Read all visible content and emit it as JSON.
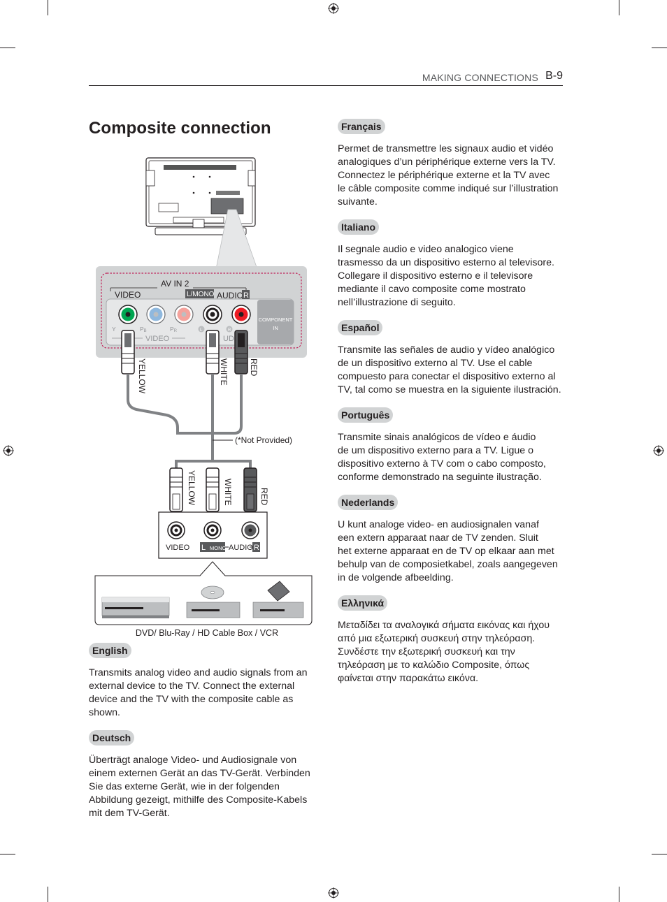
{
  "header": {
    "section": "MAKING CONNECTIONS",
    "page": "B-9"
  },
  "title": "Composite connection",
  "diagram": {
    "tv_panel": {
      "av_in": "AV IN 2",
      "video": "VIDEO",
      "lmono": "L/MONO",
      "audio": "AUDIO",
      "r": "R",
      "y": "Y",
      "pb": "P",
      "pr": "P",
      "pb_sub": "B",
      "pr_sub": "R",
      "l_circle": "L",
      "r_circle": "R",
      "video_bottom": "VIDEO",
      "aud_bottom": "UD",
      "component_1": "COMPONENT",
      "component_2": "IN"
    },
    "cable_top": {
      "yellow": "YELLOW",
      "white": "WHITE",
      "red": "RED"
    },
    "not_provided": "(*Not Provided)",
    "cable_bottom": {
      "yellow": "YELLOW",
      "white": "WHITE",
      "red": "RED"
    },
    "device_panel": {
      "video": "VIDEO",
      "l": "L",
      "mono": "MONO",
      "audio": "AUDIO",
      "r": "R"
    },
    "caption": "DVD/ Blu-Ray / HD Cable Box / VCR"
  },
  "languages_left": [
    {
      "name": "English",
      "lines": [
        "Transmits analog video and audio signals from an",
        "external device to the TV. Connect the external",
        "device and the TV with the composite cable as",
        "shown."
      ]
    },
    {
      "name": "Deutsch",
      "lines": [
        "Überträgt analoge Video- und Audiosignale von",
        "einem externen Gerät an das TV-Gerät. Verbinden",
        "Sie das externe Gerät, wie in der folgenden",
        "Abbildung gezeigt, mithilfe des Composite-Kabels",
        "mit dem TV-Gerät."
      ]
    }
  ],
  "languages_right": [
    {
      "name": "Français",
      "lines": [
        "Permet de transmettre les signaux audio et vidéo",
        "analogiques d’un périphérique externe vers la TV.",
        "Connectez le périphérique externe et la TV avec",
        "le câble composite comme indiqué sur l’illustration",
        "suivante."
      ]
    },
    {
      "name": "Italiano",
      "lines": [
        "Il segnale audio e video analogico viene",
        "trasmesso da un dispositivo esterno al televisore.",
        "Collegare il dispositivo esterno e il televisore",
        "mediante il cavo composite come mostrato",
        "nell’illustrazione di seguito."
      ]
    },
    {
      "name": "Español",
      "lines": [
        "Transmite las señales de audio y vídeo analógico",
        "de un dispositivo externo al TV. Use el cable",
        "compuesto para conectar el dispositivo externo al",
        "TV, tal como se muestra en la siguiente ilustración."
      ]
    },
    {
      "name": "Português",
      "lines": [
        "Transmite sinais analógicos de vídeo e áudio",
        "de um dispositivo externo para a TV. Ligue o",
        "dispositivo externo à TV com o cabo composto,",
        "conforme demonstrado na seguinte ilustração."
      ]
    },
    {
      "name": "Nederlands",
      "lines": [
        "U kunt analoge video- en audiosignalen vanaf",
        "een extern apparaat naar de TV zenden. Sluit",
        "het externe apparaat en de TV op elkaar aan met",
        "behulp van de composietkabel, zoals aangegeven",
        "in de volgende afbeelding."
      ]
    },
    {
      "name": "Ελληνικά",
      "lines": [
        "Μεταδίδει τα αναλογικά σήματα εικόνας και ήχου",
        "από μια εξωτερική συσκευή στην τηλεόραση.",
        "Συνδέστε την εξωτερική συσκευή και την",
        "τηλεόραση με το καλώδιο Composite, όπως",
        "φαίνεται στην παρακάτω εικόνα."
      ]
    }
  ]
}
